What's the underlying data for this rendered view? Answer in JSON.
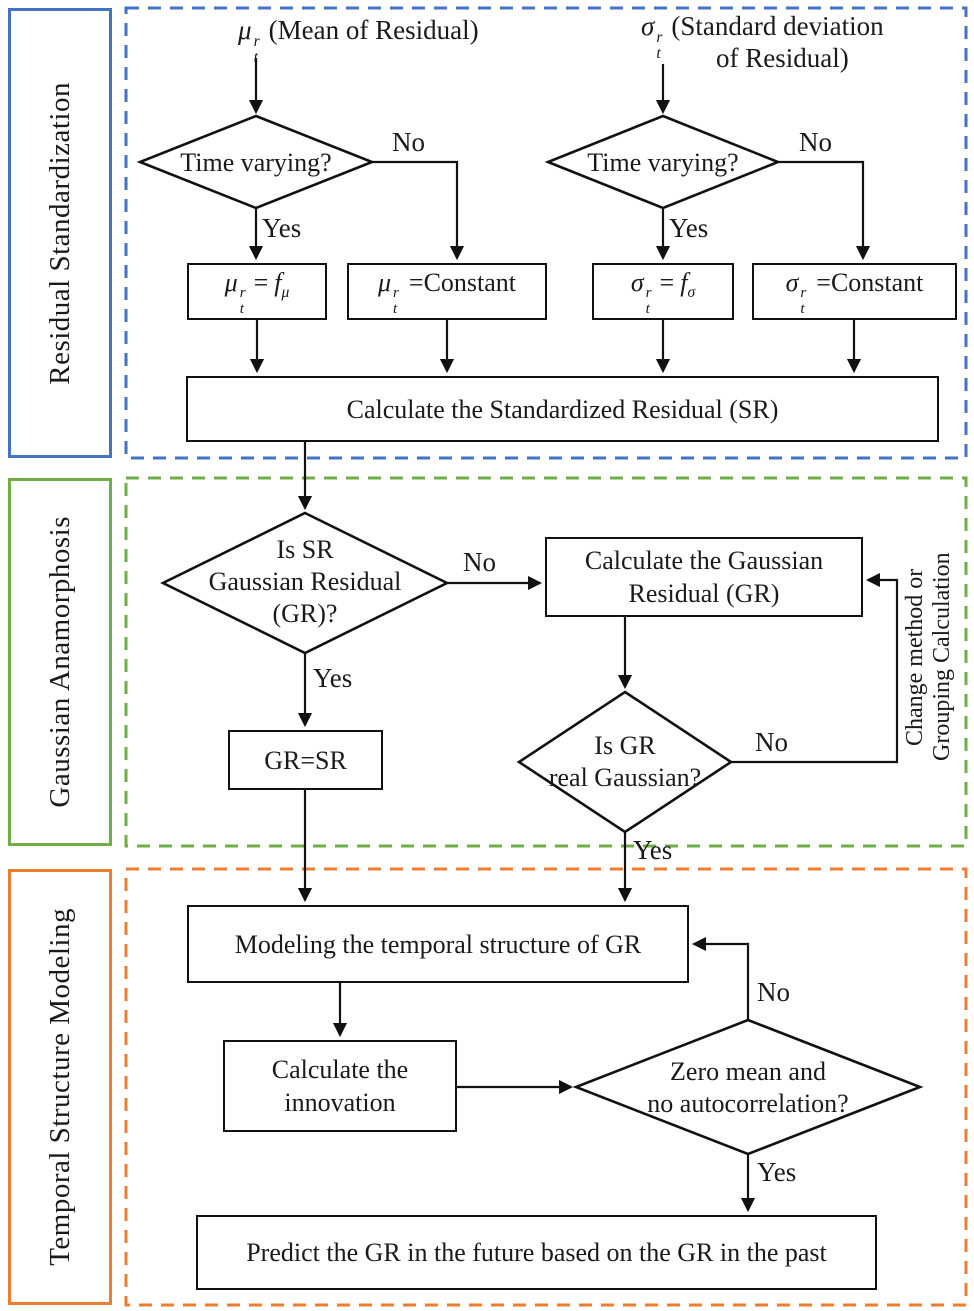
{
  "sections": {
    "residual": {
      "label": "Residual Standardization",
      "color": "#4472c4"
    },
    "gaussian": {
      "label": "Gaussian Anamorphosis",
      "color": "#70ad47"
    },
    "temporal": {
      "label": "Temporal Structure Modeling",
      "color": "#ed7d31"
    }
  },
  "inputs": {
    "mu": {
      "sym": "μ",
      "sup": "r",
      "sub": "t",
      "caption": "(Mean of Residual)"
    },
    "sigma": {
      "sym": "σ",
      "sup": "r",
      "sub": "t",
      "caption_line1": "(Standard deviation",
      "caption_line2": "of Residual)"
    }
  },
  "decisions": {
    "mu_time_varying": {
      "label": "Time varying?",
      "yes": "Yes",
      "no": "No"
    },
    "sigma_time_varying": {
      "label": "Time varying?",
      "yes": "Yes",
      "no": "No"
    },
    "is_sr_gaussian": {
      "line1": "Is SR",
      "line2": "Gaussian Residual",
      "line3": "(GR)?",
      "yes": "Yes",
      "no": "No"
    },
    "is_gr_real_gaussian": {
      "line1": "Is GR",
      "line2": "real Gaussian?",
      "yes": "Yes",
      "no": "No"
    },
    "zero_mean": {
      "line1": "Zero mean and",
      "line2": "no autocorrelation?",
      "yes": "Yes",
      "no": "No"
    }
  },
  "processes": {
    "mu_f": {
      "sym": "μ",
      "sup": "r",
      "sub": "t",
      "eq": "=",
      "fname": "f",
      "fsub": "μ"
    },
    "mu_const": {
      "sym": "μ",
      "sup": "r",
      "sub": "t",
      "eq": "=Constant"
    },
    "sigma_f": {
      "sym": "σ",
      "sup": "r",
      "sub": "t",
      "eq": "=",
      "fname": "f",
      "fsub": "σ"
    },
    "sigma_const": {
      "sym": "σ",
      "sup": "r",
      "sub": "t",
      "eq": "=Constant"
    },
    "calc_sr": {
      "label": "Calculate the Standardized Residual (SR)"
    },
    "calc_gr": {
      "line1": "Calculate the Gaussian",
      "line2": "Residual (GR)"
    },
    "gr_eq_sr": {
      "label": "GR=SR"
    },
    "modeling": {
      "label": "Modeling the temporal structure of GR"
    },
    "innovation": {
      "line1": "Calculate the",
      "line2": "innovation"
    },
    "predict": {
      "label": "Predict the GR in the future based on the GR in the past"
    }
  },
  "annotations": {
    "gr_feedback": {
      "line1": "Change method or",
      "line2": "Grouping Calculation"
    }
  }
}
